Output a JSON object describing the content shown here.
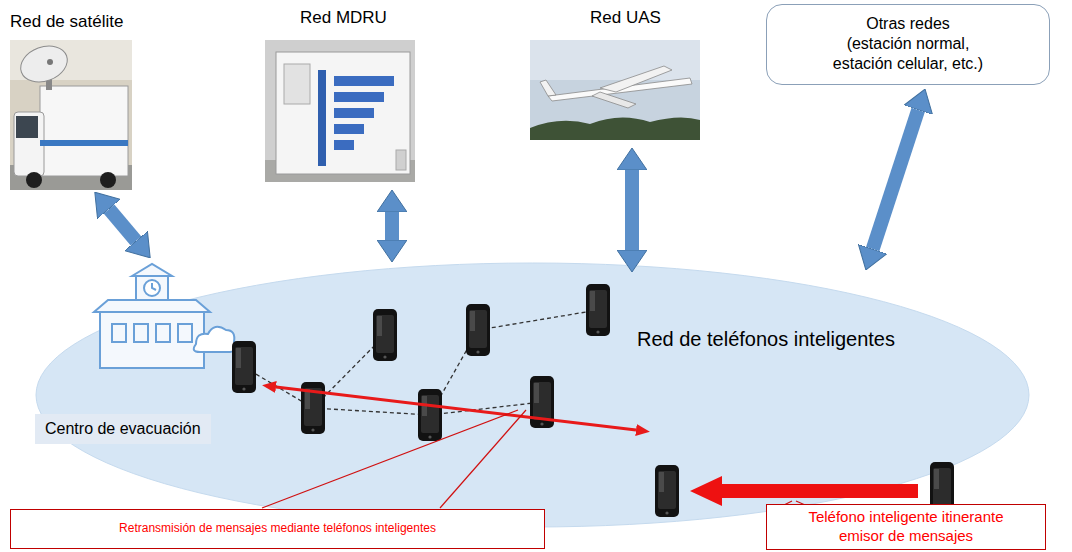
{
  "diagram": {
    "nodes": [
      {
        "text": [
          "Otras redes",
          "(estación normal, estación celular, etc.)"
        ]
      },
      {
        "text": [
          "Red de teléfonos inteligentes"
        ]
      },
      {
        "text": [
          "Centro de evacuación"
        ],
        "in": 1
      },
      {
        "text": [
          "Retransmisión de mensajes mediante teléfonos inteligentes"
        ]
      },
      {
        "text": [
          "Teléfono inteligente itinerante emisor de mensajes"
        ]
      }
    ],
    "edges": [
      {
        "from": 0,
        "to": 1,
        "arrow": "both"
      }
    ],
    "labels": [
      "Red de satélite",
      "Red MDRU",
      "Red UAS"
    ]
  }
}
